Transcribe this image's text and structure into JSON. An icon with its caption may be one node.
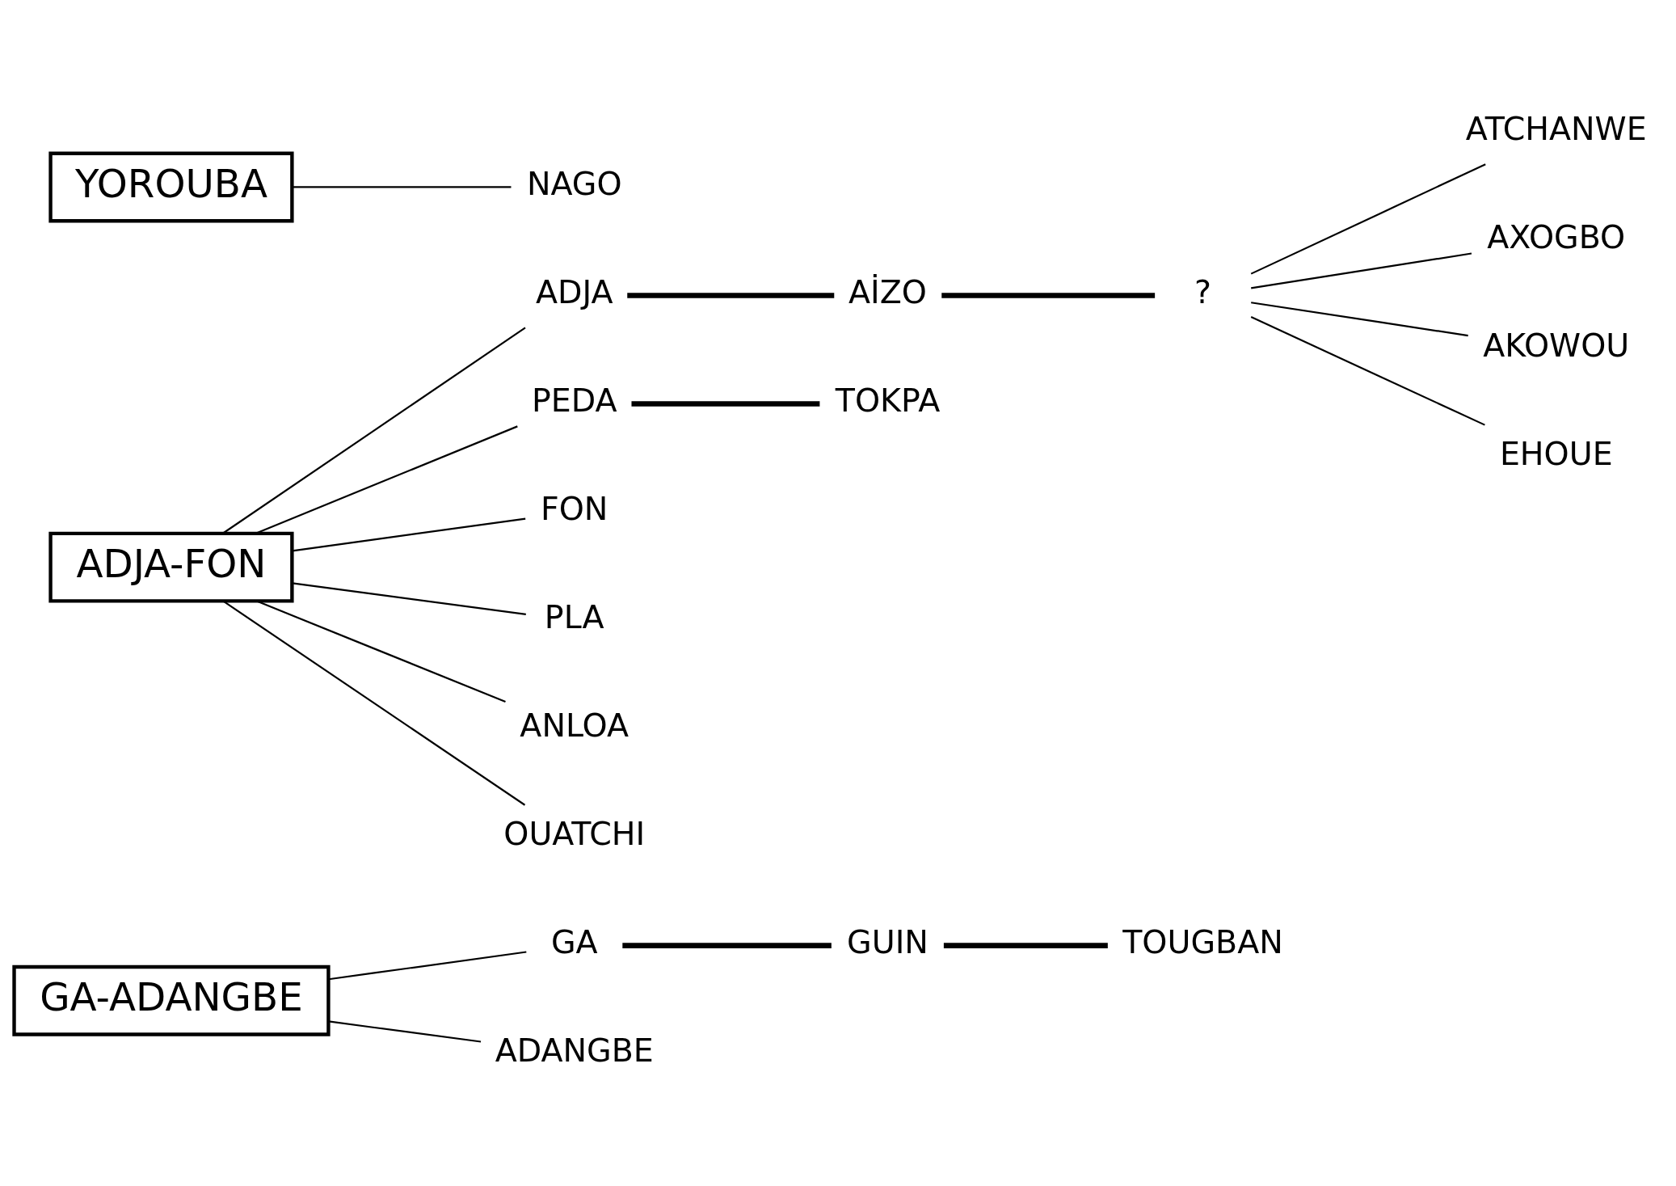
{
  "diagram": {
    "nodes": [
      {
        "text": [
          "GA-ADANGBE"
        ]
      },
      {
        "text": [
          "GA"
        ]
      },
      {
        "text": [
          "ADANGBE"
        ]
      },
      {
        "text": [
          "GUIN"
        ]
      },
      {
        "text": [
          "TOUGBAN"
        ]
      },
      {
        "text": [
          "ADJA-FON"
        ]
      },
      {
        "text": [
          "ADJA"
        ]
      },
      {
        "text": [
          "AİZO"
        ]
      },
      {
        "text": [
          "?"
        ]
      },
      {
        "text": [
          "ATCHANWE"
        ]
      },
      {
        "text": [
          "AXOGBO"
        ]
      },
      {
        "text": [
          "AKOWOU"
        ]
      },
      {
        "text": [
          "EHOUE"
        ]
      },
      {
        "text": [
          "PEDA"
        ]
      },
      {
        "text": [
          "TOKPA"
        ]
      },
      {
        "text": [
          "FON"
        ]
      },
      {
        "text": [
          "PLA"
        ]
      },
      {
        "text": [
          "ANLOA"
        ]
      },
      {
        "text": [
          "OUATCHI"
        ]
      },
      {
        "text": [
          "YOROUBA"
        ]
      },
      {
        "text": [
          "NAGO"
        ]
      }
    ],
    "edges": [
      {
        "from": 0,
        "to": 1,
        "arrow": "none"
      },
      {
        "from": 0,
        "to": 2,
        "arrow": "none"
      },
      {
        "from": 1,
        "to": 3,
        "arrow": "none",
        "style": "thick"
      },
      {
        "from": 3,
        "to": 4,
        "arrow": "none",
        "style": "thick"
      },
      {
        "from": 5,
        "to": 6,
        "arrow": "none"
      },
      {
        "from": 6,
        "to": 7,
        "arrow": "none",
        "style": "thick"
      },
      {
        "from": 7,
        "to": 8,
        "arrow": "none",
        "style": "thick"
      },
      {
        "from": 8,
        "to": 9,
        "arrow": "none"
      },
      {
        "from": 8,
        "to": 10,
        "arrow": "none"
      },
      {
        "from": 8,
        "to": 11,
        "arrow": "none"
      },
      {
        "from": 8,
        "to": 12,
        "arrow": "none"
      },
      {
        "from": 5,
        "to": 13,
        "arrow": "none"
      },
      {
        "from": 13,
        "to": 14,
        "arrow": "none",
        "style": "thick"
      },
      {
        "from": 5,
        "to": 15,
        "arrow": "none"
      },
      {
        "from": 5,
        "to": 16,
        "arrow": "none"
      },
      {
        "from": 5,
        "to": 17,
        "arrow": "none"
      },
      {
        "from": 5,
        "to": 18,
        "arrow": "none"
      },
      {
        "from": 19,
        "to": 20,
        "arrow": "none"
      }
    ]
  }
}
